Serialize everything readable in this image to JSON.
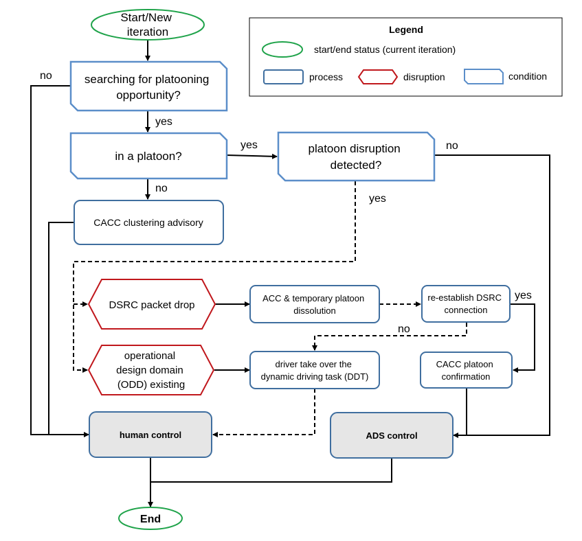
{
  "colors": {
    "start_end_border": "#1fa34a",
    "process_border": "#3f6e9f",
    "condition_border": "#5b8ec9",
    "disruption_border": "#c0171c",
    "control_fill": "#e6e6e6",
    "line": "#000000"
  },
  "legend": {
    "title": "Legend",
    "start_end": "start/end status (current iteration)",
    "process": "process",
    "disruption": "disruption",
    "condition": "condition"
  },
  "nodes": {
    "start": [
      "Start/New",
      "iteration"
    ],
    "searching": [
      "searching for platooning",
      "opportunity?"
    ],
    "in_platoon": [
      "in a platoon?"
    ],
    "disruption_detected": [
      "platoon disruption",
      "detected?"
    ],
    "cacc_clustering": [
      "CACC clustering advisory"
    ],
    "dsrc_drop": [
      "DSRC packet drop"
    ],
    "acc_dissolution": [
      "ACC & temporary platoon",
      "dissolution"
    ],
    "reestablish": [
      "re-establish DSRC",
      "connection"
    ],
    "odd": [
      "operational",
      "design domain",
      "(ODD) existing"
    ],
    "driver_takeover": [
      "driver take over the",
      "dynamic driving task (DDT)"
    ],
    "cacc_confirmation": [
      "CACC platoon",
      "confirmation"
    ],
    "human_control": [
      "human control"
    ],
    "ads_control": [
      "ADS control"
    ],
    "end": [
      "End"
    ]
  },
  "edge_labels": {
    "search_no": "no",
    "search_yes": "yes",
    "in_platoon_yes": "yes",
    "in_platoon_no": "no",
    "disruption_no": "no",
    "disruption_yes": "yes",
    "reestablish_yes": "yes",
    "reestablish_no": "no"
  }
}
